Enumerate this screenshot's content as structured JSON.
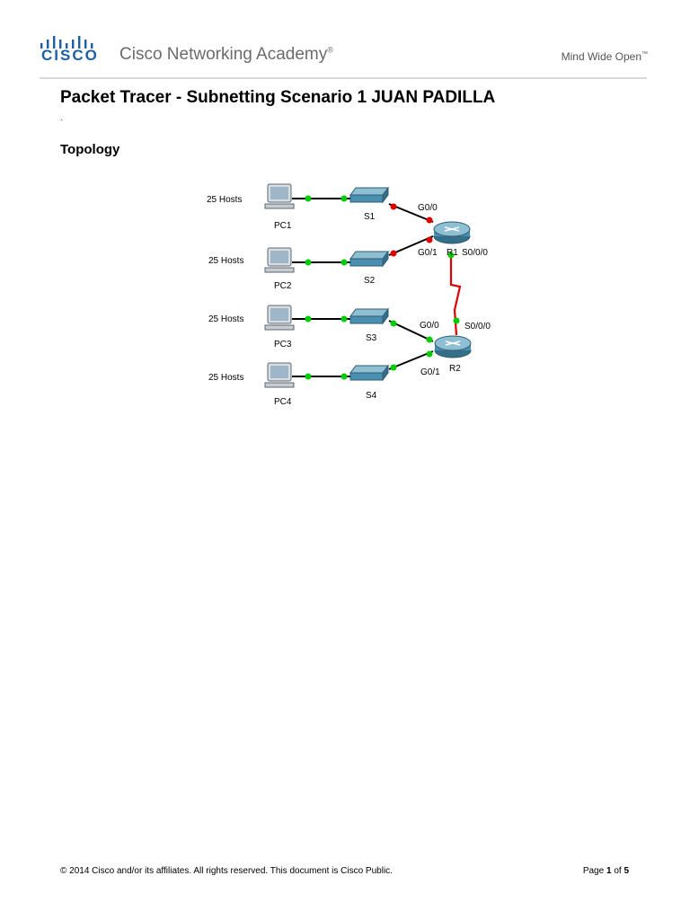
{
  "header": {
    "brand": "CISCO",
    "academy": "Cisco Networking Academy",
    "registered": "®",
    "tagline": "Mind Wide Open",
    "tagline_tm": "™"
  },
  "document": {
    "title": "Packet Tracer - Subnetting Scenario 1 JUAN PADILLA",
    "section_heading": "Topology"
  },
  "topology": {
    "host_labels": [
      "25 Hosts",
      "25 Hosts",
      "25 Hosts",
      "25 Hosts"
    ],
    "pcs": [
      "PC1",
      "PC2",
      "PC3",
      "PC4"
    ],
    "switches": [
      "S1",
      "S2",
      "S3",
      "S4"
    ],
    "routers": [
      "R1",
      "R2"
    ],
    "interfaces": {
      "r1_g00": "G0/0",
      "r1_g01": "G0/1",
      "r1_s000": "S0/0/0",
      "r2_g00": "G0/0",
      "r2_g01": "G0/1",
      "r2_s000": "S0/0/0"
    },
    "colors": {
      "link_up": "#00cc00",
      "link_down": "#dd0000",
      "serial_link": "#dd0000",
      "device_blue": "#4a8fb0"
    }
  },
  "footer": {
    "copyright": "© 2014 Cisco and/or its affiliates. All rights reserved. This document is Cisco Public.",
    "page_label": "Page",
    "page_current": "1",
    "page_of": "of",
    "page_total": "5"
  }
}
